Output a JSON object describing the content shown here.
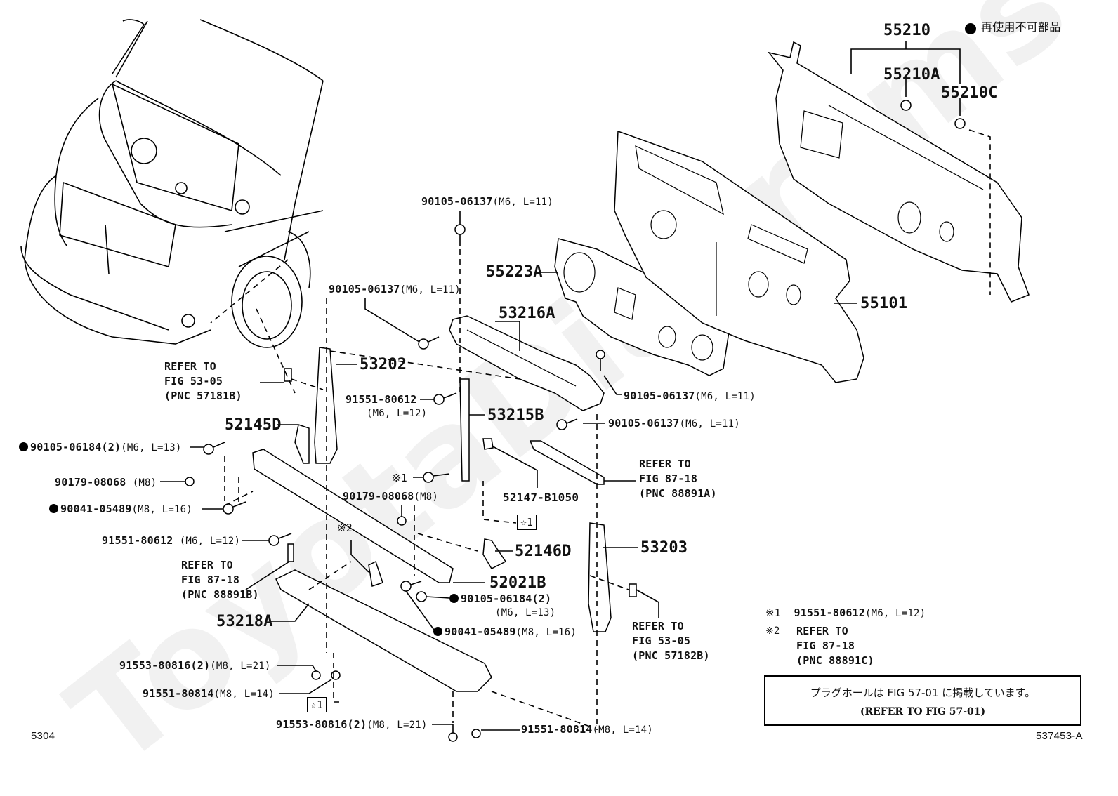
{
  "watermark": "ToyotaDiagrams",
  "legend": {
    "non_reusable_symbol": "●",
    "non_reusable_label": "再使用不可部品"
  },
  "footnotes": [
    {
      "mark": "※1",
      "text": "91551-80612",
      "spec": "(M6, L=12)"
    },
    {
      "mark": "※2",
      "lines": [
        "REFER TO",
        "FIG 87-18",
        "(PNC 88891C)"
      ]
    }
  ],
  "note_box": {
    "jp": "プラグホールは FIG 57-01 に掲載しています。",
    "en": "(REFER TO FIG 57-01)"
  },
  "page_code": "5304",
  "figure_id": "537453-A",
  "star_label": "☆1",
  "parts": {
    "p55210": "55210",
    "p55210A": "55210A",
    "p55210C": "55210C",
    "p55223A": "55223A",
    "p55101": "55101",
    "p53216A": "53216A",
    "p53202": "53202",
    "p53215B": "53215B",
    "p52145D": "52145D",
    "p52147": "52147-B1050",
    "p52146D": "52146D",
    "p52021B": "52021B",
    "p53203": "53203",
    "p53218A": "53218A"
  },
  "fasteners": {
    "f_top": {
      "pn": "90105-06137",
      "spec": "(M6, L=11)"
    },
    "f_left_upper": {
      "pn": "90105-06137",
      "spec": "(M6, L=11)"
    },
    "f_right1": {
      "pn": "90105-06137",
      "spec": "(M6, L=11)"
    },
    "f_right2": {
      "pn": "90105-06137",
      "spec": "(M6, L=11)"
    },
    "f_91551_mid": {
      "pn": "91551-80612",
      "spec": "(M6, L=12)"
    },
    "f_left_06184": {
      "pn": "90105-06184(2)",
      "spec": "(M6, L=13)",
      "non_reusable": true
    },
    "f_left_08068": {
      "pn": "90179-08068",
      "spec": "(M8)"
    },
    "f_left_05489": {
      "pn": "90041-05489",
      "spec": "(M8, L=16)",
      "non_reusable": true
    },
    "f_left_80612": {
      "pn": "91551-80612",
      "spec": "(M6, L=12)"
    },
    "f_mid_08068": {
      "pn": "90179-08068",
      "spec": "(M8)"
    },
    "f_mid_mark1": {
      "pn": "※1"
    },
    "f_mid_mark2": {
      "pn": "※2"
    },
    "f_bot_06184": {
      "pn": "90105-06184(2)",
      "spec": "(M6, L=13)",
      "non_reusable": true
    },
    "f_bot_05489": {
      "pn": "90041-05489",
      "spec": "(M8, L=16)",
      "non_reusable": true
    },
    "f_91553_a": {
      "pn": "91553-80816(2)",
      "spec": "(M8, L=21)"
    },
    "f_91551_a": {
      "pn": "91551-80814",
      "spec": "(M8, L=14)"
    },
    "f_91553_b": {
      "pn": "91553-80816(2)",
      "spec": "(M8, L=21)"
    },
    "f_91551_b": {
      "pn": "91551-80814",
      "spec": "(M8, L=14)"
    }
  },
  "refers": {
    "r_57181B": [
      "REFER TO",
      "FIG 53-05",
      "(PNC 57181B)"
    ],
    "r_88891A": [
      "REFER TO",
      "FIG 87-18",
      "(PNC 88891A)"
    ],
    "r_88891B": [
      "REFER TO",
      "FIG 87-18",
      "(PNC 88891B)"
    ],
    "r_57182B": [
      "REFER TO",
      "FIG 53-05",
      "(PNC 57182B)"
    ]
  }
}
